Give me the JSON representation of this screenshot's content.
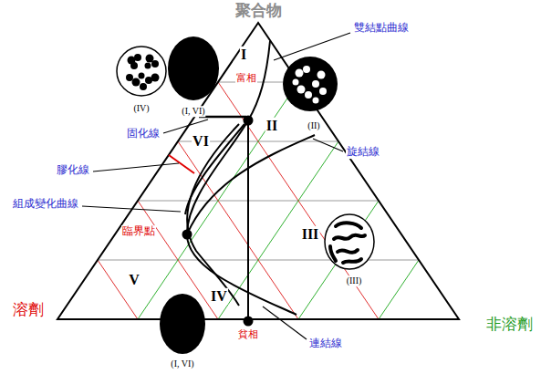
{
  "diagram": {
    "labels": [
      "聚合物",
      "雙結點曲線",
      "(IV)",
      "(I, VI)",
      "I",
      "富相",
      "(II)",
      "II",
      "固化線",
      "旋結線",
      "VI",
      "膠化線",
      "組成變化曲線",
      "臨界點",
      "III",
      "(III)",
      "V",
      "IV",
      "溶劑",
      "貧相",
      "非溶劑",
      "(I, VI)",
      "連結線"
    ]
  }
}
